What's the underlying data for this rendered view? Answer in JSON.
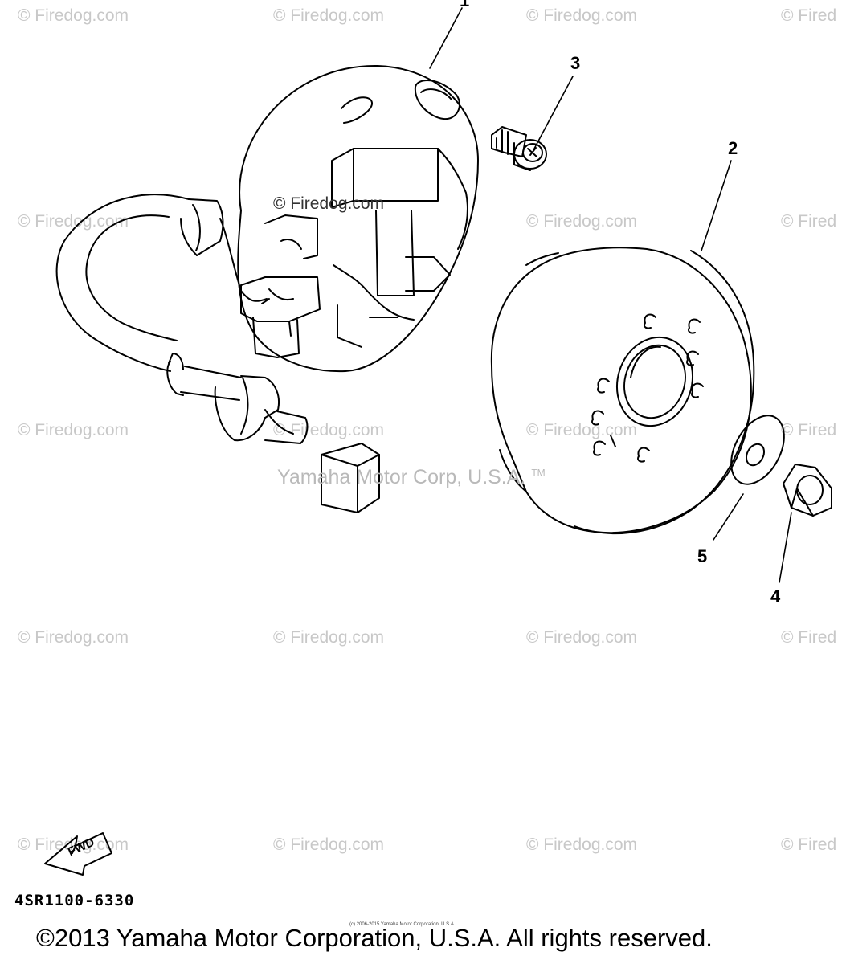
{
  "diagram": {
    "callouts": [
      "1",
      "2",
      "3",
      "4",
      "5"
    ],
    "part_code": "4SR1100-6330",
    "fwd_label": "FWD",
    "watermark_text": "© Firedog.com",
    "watermark_text_short": "© Fired",
    "center_watermark": "Yamaha Motor Corp, U.S.A.",
    "center_watermark_tm": "TM",
    "small_copyright": "(c) 2006-2015 Yamaha Motor Corporation, U.S.A.",
    "copyright": "©2013 Yamaha Motor Corporation, U.S.A. All rights reserved."
  },
  "colors": {
    "line": "#000000",
    "watermark": "#c8c8c8",
    "background": "#ffffff"
  }
}
